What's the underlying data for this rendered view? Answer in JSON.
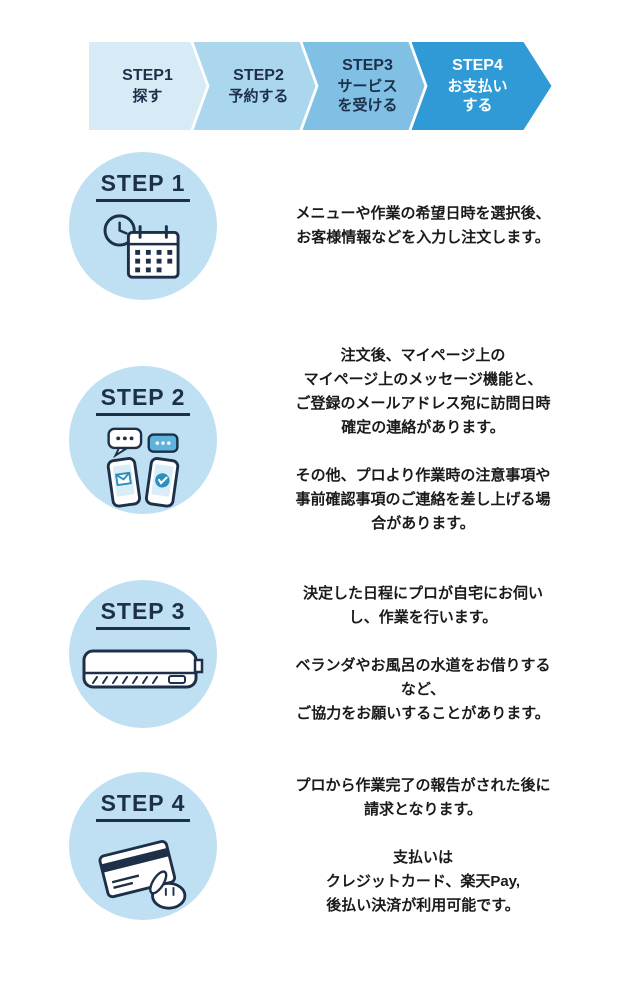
{
  "banner": {
    "steps": [
      {
        "label": "STEP1",
        "sub": "探す"
      },
      {
        "label": "STEP2",
        "sub": "予約する"
      },
      {
        "label": "STEP3",
        "sub": "サービス\nを受ける"
      },
      {
        "label": "STEP4",
        "sub": "お支払い\nする"
      }
    ]
  },
  "sections": [
    {
      "step_label": "STEP 1",
      "icon": "calendar-clock-icon",
      "paragraphs": [
        "メニューや作業の希望日時を選択後、\nお客様情報などを入力し注文します。"
      ]
    },
    {
      "step_label": "STEP 2",
      "icon": "phones-chat-icon",
      "paragraphs": [
        "注文後、マイページ上の\nマイページ上のメッセージ機能と、\nご登録のメールアドレス宛に訪問日時\n確定の連絡があります。",
        "その他、プロより作業時の注意事項や\n事前確認事項のご連絡を差し上げる場\n合があります。"
      ]
    },
    {
      "step_label": "STEP 3",
      "icon": "air-conditioner-icon",
      "paragraphs": [
        "決定した日程にプロが自宅にお伺い\nし、作業を行います。",
        "ベランダやお風呂の水道をお借りする\nなど、\nご協力をお願いすることがあります。"
      ]
    },
    {
      "step_label": "STEP 4",
      "icon": "credit-card-hand-icon",
      "paragraphs": [
        "プロから作業完了の報告がされた後に\n請求となります。",
        "支払いは\nクレジットカード、楽天Pay,\n後払い決済が利用可能です。"
      ]
    }
  ],
  "colors": {
    "banner_seg1": "#d7ebf7",
    "banner_seg2": "#aad6ee",
    "banner_seg3": "#7fc0e4",
    "banner_seg4": "#2f9ad5",
    "banner_text_dark": "#1d2f49",
    "banner_text_light": "#ffffff",
    "circle_bg": "#bfdff2",
    "accent_navy": "#1d2f49"
  }
}
